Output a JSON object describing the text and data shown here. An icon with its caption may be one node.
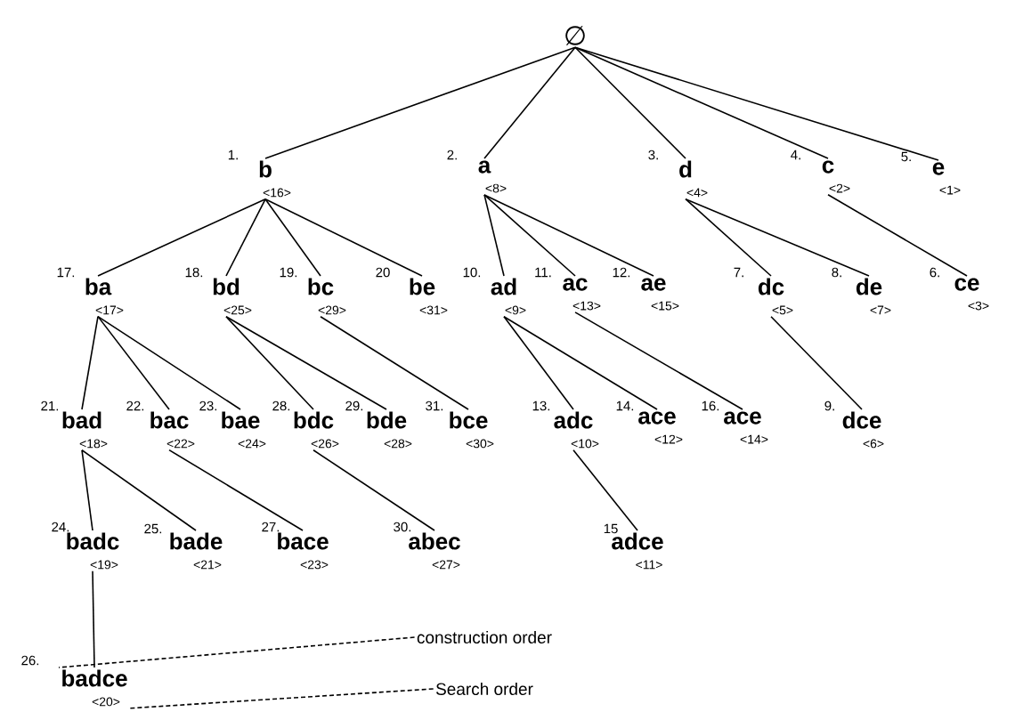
{
  "diagram": {
    "nodes": [
      {
        "text": [
          "∅"
        ]
      },
      {
        "text": [
          "b"
        ],
        "beside": [
          "1.",
          "<16>"
        ]
      },
      {
        "text": [
          "a"
        ],
        "beside": [
          "2.",
          "<8>"
        ]
      },
      {
        "text": [
          "d"
        ],
        "beside": [
          "3.",
          "<4>"
        ]
      },
      {
        "text": [
          "c"
        ],
        "beside": [
          "4.",
          "<2>"
        ]
      },
      {
        "text": [
          "e"
        ],
        "beside": [
          "5.",
          "<1>"
        ]
      },
      {
        "text": [
          "ba"
        ],
        "beside": [
          "17.",
          "<17>"
        ]
      },
      {
        "text": [
          "bd"
        ],
        "beside": [
          "18.",
          "<25>"
        ]
      },
      {
        "text": [
          "bc"
        ],
        "beside": [
          "19.",
          "<29>"
        ]
      },
      {
        "text": [
          "be"
        ],
        "beside": [
          "20",
          "<31>"
        ]
      },
      {
        "text": [
          "ad"
        ],
        "beside": [
          "10.",
          "<9>"
        ]
      },
      {
        "text": [
          "ac"
        ],
        "beside": [
          "11.",
          "<13>"
        ]
      },
      {
        "text": [
          "ae"
        ],
        "beside": [
          "12.",
          "<15>"
        ]
      },
      {
        "text": [
          "dc"
        ],
        "beside": [
          "7.",
          "<5>"
        ]
      },
      {
        "text": [
          "de"
        ],
        "beside": [
          "8.",
          "<7>"
        ]
      },
      {
        "text": [
          "ce"
        ],
        "beside": [
          "6.",
          "<3>"
        ]
      },
      {
        "text": [
          "bad"
        ],
        "beside": [
          "21.",
          "<18>"
        ]
      },
      {
        "text": [
          "bac"
        ],
        "beside": [
          "22.",
          "<22>"
        ]
      },
      {
        "text": [
          "bae"
        ],
        "beside": [
          "23.",
          "<24>"
        ]
      },
      {
        "text": [
          "bdc"
        ],
        "beside": [
          "28.",
          "<26>"
        ]
      },
      {
        "text": [
          "bde"
        ],
        "beside": [
          "29.",
          "<28>"
        ]
      },
      {
        "text": [
          "bce"
        ],
        "beside": [
          "31.",
          "<30>"
        ]
      },
      {
        "text": [
          "adc"
        ],
        "beside": [
          "13.",
          "<10>"
        ]
      },
      {
        "text": [
          "ace"
        ],
        "beside": [
          "14.",
          "<12>"
        ]
      },
      {
        "text": [
          "ace"
        ],
        "beside": [
          "16.",
          "<14>"
        ]
      },
      {
        "text": [
          "dce"
        ],
        "beside": [
          "9.",
          "<6>"
        ]
      },
      {
        "text": [
          "badc"
        ],
        "beside": [
          "24.",
          "<19>"
        ]
      },
      {
        "text": [
          "bade"
        ],
        "beside": [
          "25.",
          "<21>"
        ]
      },
      {
        "text": [
          "bace"
        ],
        "beside": [
          "27.",
          "<23>"
        ]
      },
      {
        "text": [
          "abec"
        ],
        "beside": [
          "30.",
          "<27>"
        ]
      },
      {
        "text": [
          "adce"
        ],
        "beside": [
          "15",
          "<11>"
        ]
      },
      {
        "text": [
          "badce"
        ],
        "beside": [
          "26.",
          "<20>"
        ]
      },
      {
        "text": [
          "construction order"
        ]
      },
      {
        "text": [
          "Search order"
        ]
      }
    ],
    "edges": [
      {
        "from": 0,
        "to": 1,
        "arrow": "none"
      },
      {
        "from": 0,
        "to": 2,
        "arrow": "none"
      },
      {
        "from": 0,
        "to": 3,
        "arrow": "none"
      },
      {
        "from": 0,
        "to": 4,
        "arrow": "none"
      },
      {
        "from": 0,
        "to": 5,
        "arrow": "none"
      },
      {
        "from": 1,
        "to": 6,
        "arrow": "none"
      },
      {
        "from": 1,
        "to": 7,
        "arrow": "none"
      },
      {
        "from": 1,
        "to": 8,
        "arrow": "none"
      },
      {
        "from": 1,
        "to": 9,
        "arrow": "none"
      },
      {
        "from": 2,
        "to": 10,
        "arrow": "none"
      },
      {
        "from": 2,
        "to": 11,
        "arrow": "none"
      },
      {
        "from": 2,
        "to": 12,
        "arrow": "none"
      },
      {
        "from": 3,
        "to": 13,
        "arrow": "none"
      },
      {
        "from": 3,
        "to": 14,
        "arrow": "none"
      },
      {
        "from": 4,
        "to": 15,
        "arrow": "none"
      },
      {
        "from": 6,
        "to": 16,
        "arrow": "none"
      },
      {
        "from": 6,
        "to": 17,
        "arrow": "none"
      },
      {
        "from": 6,
        "to": 18,
        "arrow": "none"
      },
      {
        "from": 7,
        "to": 19,
        "arrow": "none"
      },
      {
        "from": 7,
        "to": 20,
        "arrow": "none"
      },
      {
        "from": 8,
        "to": 21,
        "arrow": "none"
      },
      {
        "from": 10,
        "to": 22,
        "arrow": "none"
      },
      {
        "from": 10,
        "to": 23,
        "arrow": "none"
      },
      {
        "from": 11,
        "to": 24,
        "arrow": "none"
      },
      {
        "from": 13,
        "to": 25,
        "arrow": "none"
      },
      {
        "from": 16,
        "to": 26,
        "arrow": "none"
      },
      {
        "from": 16,
        "to": 27,
        "arrow": "none"
      },
      {
        "from": 17,
        "to": 28,
        "arrow": "none"
      },
      {
        "from": 19,
        "to": 29,
        "arrow": "none"
      },
      {
        "from": 22,
        "to": 30,
        "arrow": "none"
      },
      {
        "from": 26,
        "to": 31,
        "arrow": "none"
      },
      {
        "from": 32,
        "to": 31,
        "arrow": "none",
        "style": "dashed"
      },
      {
        "from": 33,
        "to": 31,
        "arrow": "none",
        "style": "dashed"
      }
    ]
  }
}
